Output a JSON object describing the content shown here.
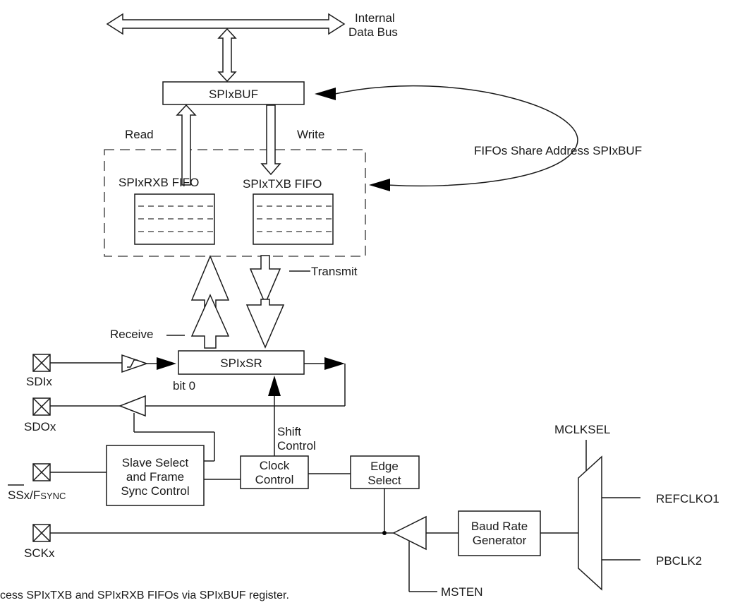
{
  "labels": {
    "internal_data_bus_1": "Internal",
    "internal_data_bus_2": "Data Bus",
    "spixbuf": "SPIxBUF",
    "read": "Read",
    "write": "Write",
    "fifos_share": "FIFOs Share Address SPIxBUF",
    "rxb_fifo": "SPIxRXB FIFO",
    "txb_fifo": "SPIxTXB FIFO",
    "transmit": "Transmit",
    "receive": "Receive",
    "spixsr": "SPIxSR",
    "bit0": "bit 0",
    "shift_control_1": "Shift",
    "shift_control_2": "Control",
    "slave_select_1": "Slave Select",
    "slave_select_2": "and Frame",
    "slave_select_3": "Sync Control",
    "clock_control_1": "Clock",
    "clock_control_2": "Control",
    "edge_select_1": "Edge",
    "edge_select_2": "Select",
    "baud_rate_1": "Baud Rate",
    "baud_rate_2": "Generator",
    "mclksel": "MCLKSEL",
    "refclko1": "REFCLKO1",
    "pbclk2": "PBCLK2",
    "msten": "MSTEN",
    "footnote": "cess SPIxTXB and SPIxRXB FIFOs via SPIxBUF register."
  },
  "pins": {
    "sdi": "SDIx",
    "sdo": "SDOx",
    "ss_prefix": "SSx/F",
    "ss_suffix": "SYNC",
    "sck": "SCKx"
  }
}
